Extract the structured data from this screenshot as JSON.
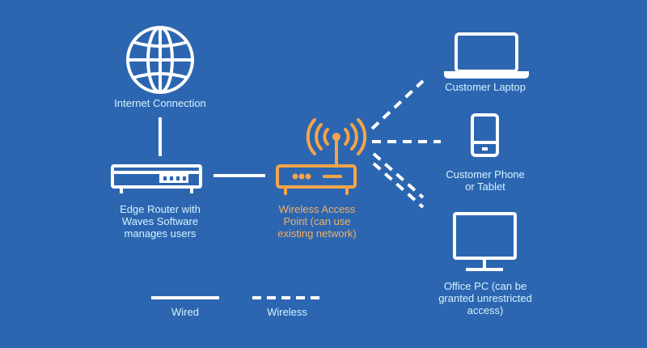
{
  "colors": {
    "background": "#2c66b1",
    "line": "#ffffff",
    "text": "#d6f2ff",
    "access_point": "#f4a44a",
    "access_point_text": "#f3b063"
  },
  "nodes": {
    "internet": {
      "label": "Internet Connection",
      "icon": "globe-icon"
    },
    "router": {
      "label": "Edge Router with\nWaves Software\nmanages users",
      "icon": "router-icon"
    },
    "access_point": {
      "label": "Wireless Access\nPoint (can use\nexisting network)",
      "icon": "wifi-access-point-icon"
    },
    "laptop": {
      "label": "Customer Laptop",
      "icon": "laptop-icon"
    },
    "phone": {
      "label": "Customer Phone\nor Tablet",
      "icon": "phone-icon"
    },
    "office_pc": {
      "label": "Office PC (can be\ngranted unrestricted\naccess)",
      "icon": "monitor-icon"
    }
  },
  "legend": {
    "wired": "Wired",
    "wireless": "Wireless"
  }
}
